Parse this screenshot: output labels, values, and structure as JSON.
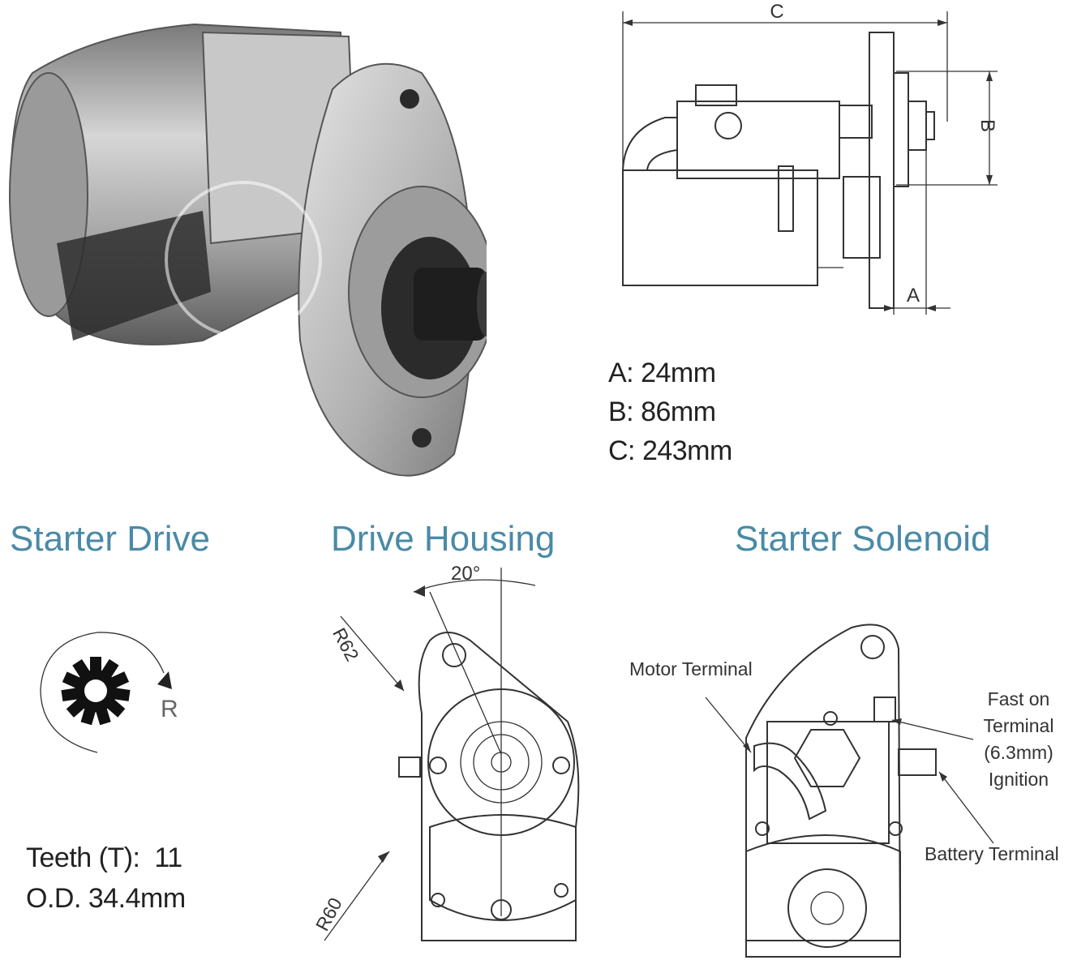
{
  "dimensions": {
    "labels": {
      "a": "A",
      "b": "B",
      "c": "C"
    },
    "specs": [
      {
        "key": "A:",
        "value": "24mm"
      },
      {
        "key": "B:",
        "value": "86mm"
      },
      {
        "key": "C:",
        "value": "243mm"
      }
    ]
  },
  "sections": {
    "starter_drive": {
      "title": "Starter Drive",
      "rotation_label": "R",
      "teeth_label": "Teeth (T):",
      "teeth_value": "11",
      "od_label": "O.D.",
      "od_value": "34.4mm"
    },
    "drive_housing": {
      "title": "Drive Housing",
      "angle": "20°",
      "radius_top": "R62",
      "radius_bottom": "R60"
    },
    "starter_solenoid": {
      "title": "Starter Solenoid",
      "motor_terminal": "Motor Terminal",
      "fast_on_1": "Fast on",
      "fast_on_2": "Terminal",
      "fast_on_3": "(6.3mm)",
      "fast_on_4": "Ignition",
      "battery_terminal": "Battery Terminal"
    }
  },
  "colors": {
    "accent": "#4a8aa6",
    "ink": "#333333"
  }
}
